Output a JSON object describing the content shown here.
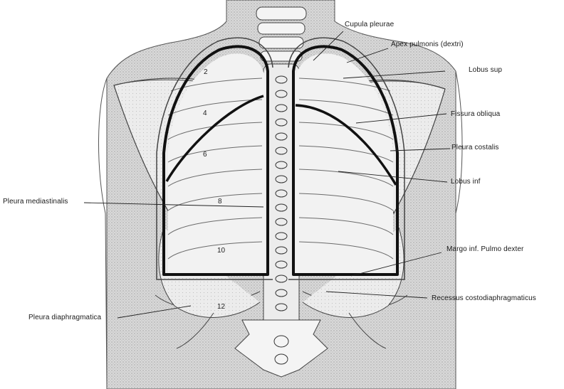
{
  "labels": {
    "cupula_pleurae": "Cupula pleurae",
    "apex_pulmonis": "Apex pulmonis (dextri)",
    "lobus_sup": "Lobus sup",
    "fissura_obliqua": "Fissura obliqua",
    "pleura_costalis": "Pleura costalis",
    "lobus_inf": "Lobus inf",
    "pleura_mediastinalis": "Pleura mediastinalis",
    "margo_inf": "Margo inf. Pulmo dexter",
    "recessus": "Recessus costodiaphragmaticus",
    "pleura_diaphragmatica": "Pleura diaphragmatica"
  },
  "rib_numbers": [
    "2",
    "4",
    "6",
    "8",
    "10",
    "12"
  ]
}
